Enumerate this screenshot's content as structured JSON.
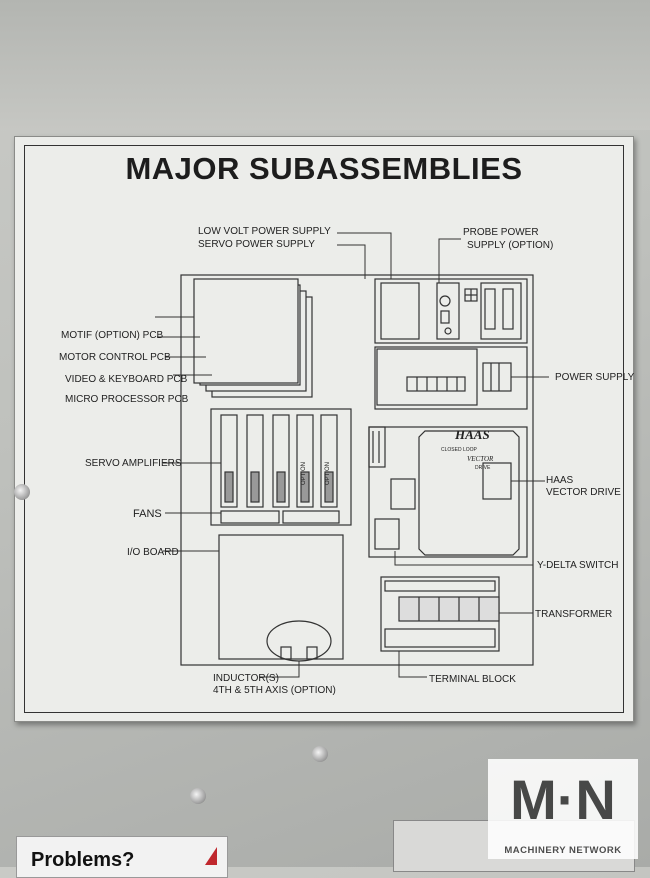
{
  "placard": {
    "title": "MAJOR SUBASSEMBLIES",
    "labels": {
      "low_volt": "LOW VOLT POWER SUPPLY",
      "servo_power": "SERVO POWER SUPPLY",
      "probe_power_1": "PROBE POWER",
      "probe_power_2": "SUPPLY (OPTION)",
      "motif": "MOTIF (OPTION) PCB",
      "motor_control": "MOTOR CONTROL PCB",
      "video_keyboard": "VIDEO & KEYBOARD PCB",
      "micro_processor": "MICRO PROCESSOR PCB",
      "power_supply": "POWER SUPPLY",
      "servo_amplifiers": "SERVO AMPLIFIERS",
      "haas_1": "HAAS",
      "haas_2": "VECTOR DRIVE",
      "fans": "FANS",
      "io_board": "I/O BOARD",
      "y_delta": "Y-DELTA SWITCH",
      "transformer": "TRANSFORMER",
      "inductor_1": "INDUCTOR(S)",
      "inductor_2": "4TH & 5TH AXIS (OPTION)",
      "terminal_block": "TERMINAL BLOCK"
    },
    "amp_labels": [
      "OPTION",
      "OPTION"
    ],
    "drive_brand": "HAAS",
    "drive_sub_1": "CLOSED LOOP",
    "drive_sub_2": "VECTOR",
    "drive_sub_3": "DRIVE"
  },
  "watermark": {
    "logo": "M·N",
    "sub": "MACHINERY NETWORK"
  },
  "sticker": {
    "text": "Problems?"
  }
}
